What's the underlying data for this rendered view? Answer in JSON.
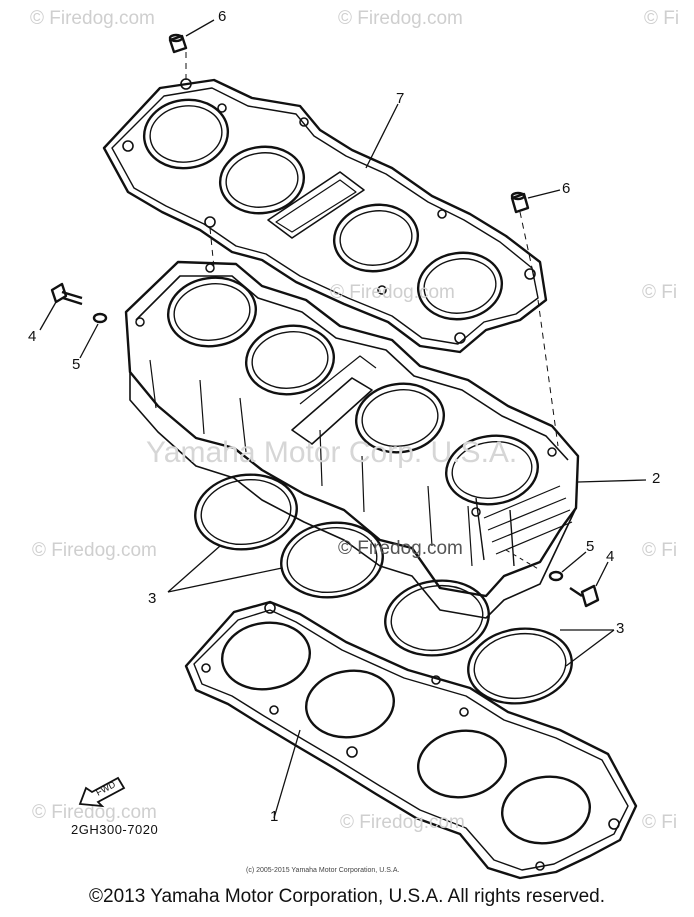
{
  "watermarks": {
    "site": "© Firedog.com",
    "site_partial": "© Fi",
    "yamaha_mid": "Yamaha Motor Corp. U.S.A."
  },
  "callouts": {
    "c6_top": "6",
    "c6_right": "6",
    "c7": "7",
    "c4_left": "4",
    "c5_left": "5",
    "c2": "2",
    "c5_right": "5",
    "c4_right": "4",
    "c3_left": "3",
    "c3_right": "3",
    "c1": "1"
  },
  "fwd_label": "FWD",
  "part_code": "2GH300-7020",
  "small_copyright": "(c) 2005-2015 Yamaha Motor Corporation, U.S.A.",
  "footer_copyright": "©2013 Yamaha Motor Corporation, U.S.A. All rights reserved."
}
